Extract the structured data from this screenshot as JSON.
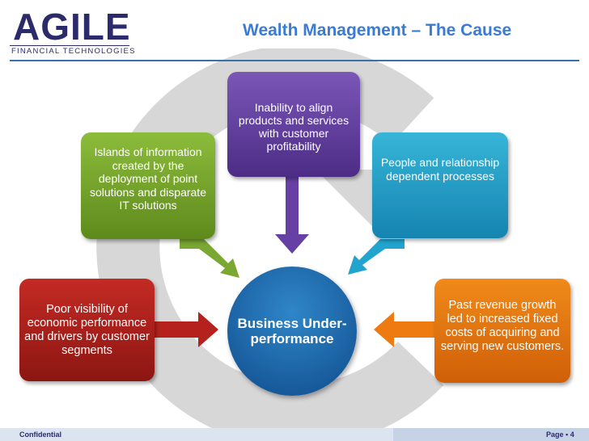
{
  "logo": {
    "word": "AGILE",
    "subtitle": "FINANCIAL TECHNOLOGIES"
  },
  "title": "Wealth Management – The Cause",
  "center": {
    "label": "Business Under-performance"
  },
  "causes": [
    {
      "id": "red",
      "label": "Poor visibility of economic performance and drivers by customer segments",
      "color": "#b5221d"
    },
    {
      "id": "green",
      "label": "Islands of information created by the deployment of point solutions and disparate IT solutions",
      "color": "#7aa832"
    },
    {
      "id": "purple",
      "label": "Inability to align products and services with customer profitability",
      "color": "#6640a4"
    },
    {
      "id": "teal",
      "label": "People and relationship dependent processes",
      "color": "#22a4cf"
    },
    {
      "id": "orange",
      "label": "Past revenue growth led to increased fixed costs of acquiring and serving new customers.",
      "color": "#ee7b11"
    }
  ],
  "footer": {
    "left": "Confidential",
    "right": "Page ▪ 4"
  }
}
